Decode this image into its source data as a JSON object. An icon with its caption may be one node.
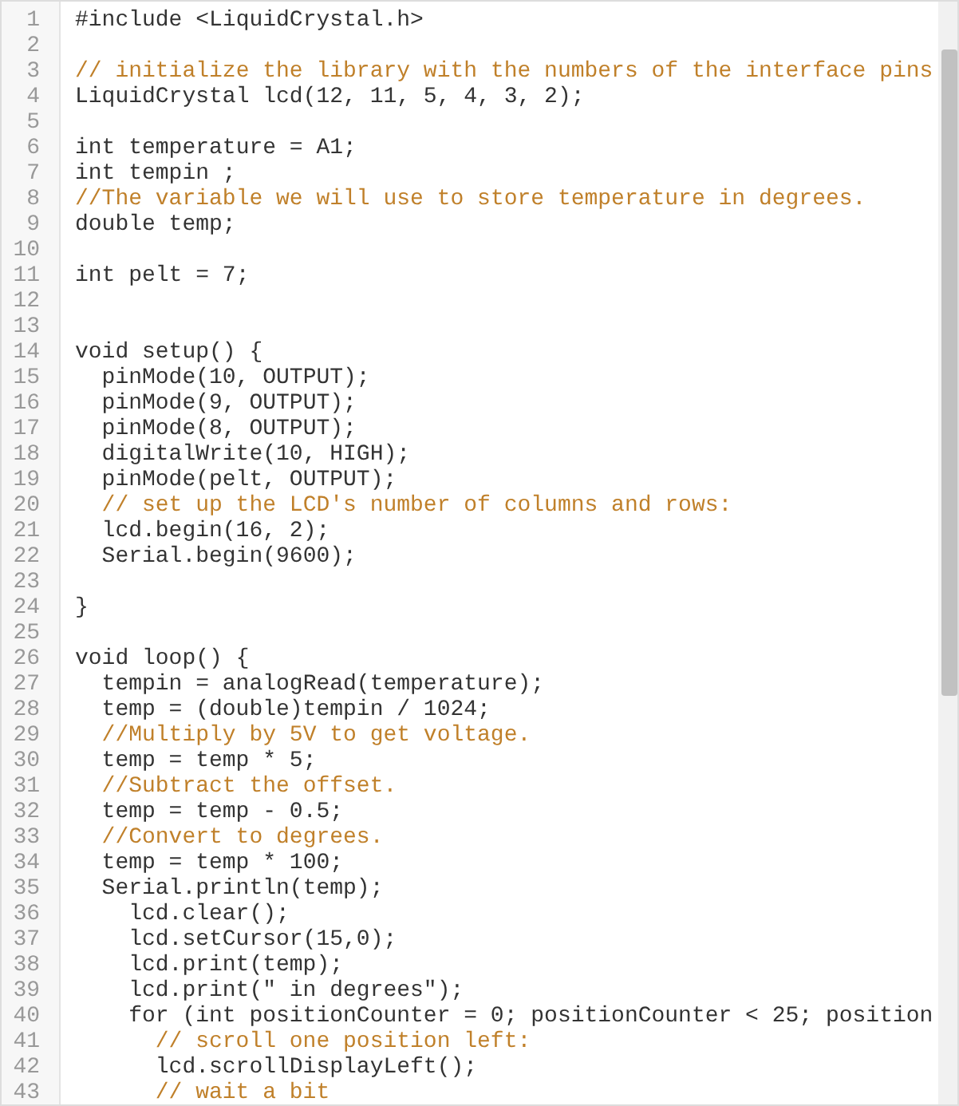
{
  "diagram": {
    "labels": [
      "1",
      "#include <LiquidCrystal.h>",
      "2",
      "3",
      "// initialize the library with the numbers of the interface pins",
      "4",
      "LiquidCrystal lcd(12, 11, 5, 4, 3, 2);",
      "5",
      "6",
      "int temperature = A1;",
      "7",
      "int tempin ;",
      "8",
      "//The variable we will use to store temperature in degrees.",
      "9",
      "double temp;",
      "10",
      "11",
      "int pelt = 7;",
      "12",
      "13",
      "14",
      "void setup() {",
      "15",
      "pinMode(10, OUTPUT);",
      "16",
      "pinMode(9, OUTPUT);",
      "17",
      "pinMode(8, OUTPUT);",
      "18",
      "digitalWrite(10, HIGH);",
      "19",
      "pinMode(pelt, OUTPUT);",
      "20",
      "// set up the LCD's number of columns and rows:",
      "21",
      "lcd.begin(16, 2);",
      "22",
      "Serial.begin(9600);",
      "23",
      "24",
      "}",
      "25",
      "26",
      "void loop() {",
      "27",
      "tempin = analogRead(temperature);",
      "28",
      "temp = (double)tempin / 1024;",
      "29",
      "//Multiply by 5V to get voltage.",
      "30",
      "temp = temp * 5;",
      "31",
      "//Subtract the offset.",
      "32",
      "temp = temp - 0.5;",
      "33",
      "//Convert to degrees.",
      "34",
      "temp = temp * 100;",
      "35",
      "Serial.println(temp);",
      "36",
      "lcd.clear();",
      "37",
      "lcd.setCursor(15,0);",
      "38",
      "lcd.print(temp);",
      "39",
      "lcd.print(\" in degrees\");",
      "40",
      "for (int positionCounter = 0; positionCounter < 25; position",
      "41",
      "// scroll one position left:",
      "42",
      "lcd.scrollDisplayLeft();",
      "43",
      "// wait a bit"
    ]
  }
}
